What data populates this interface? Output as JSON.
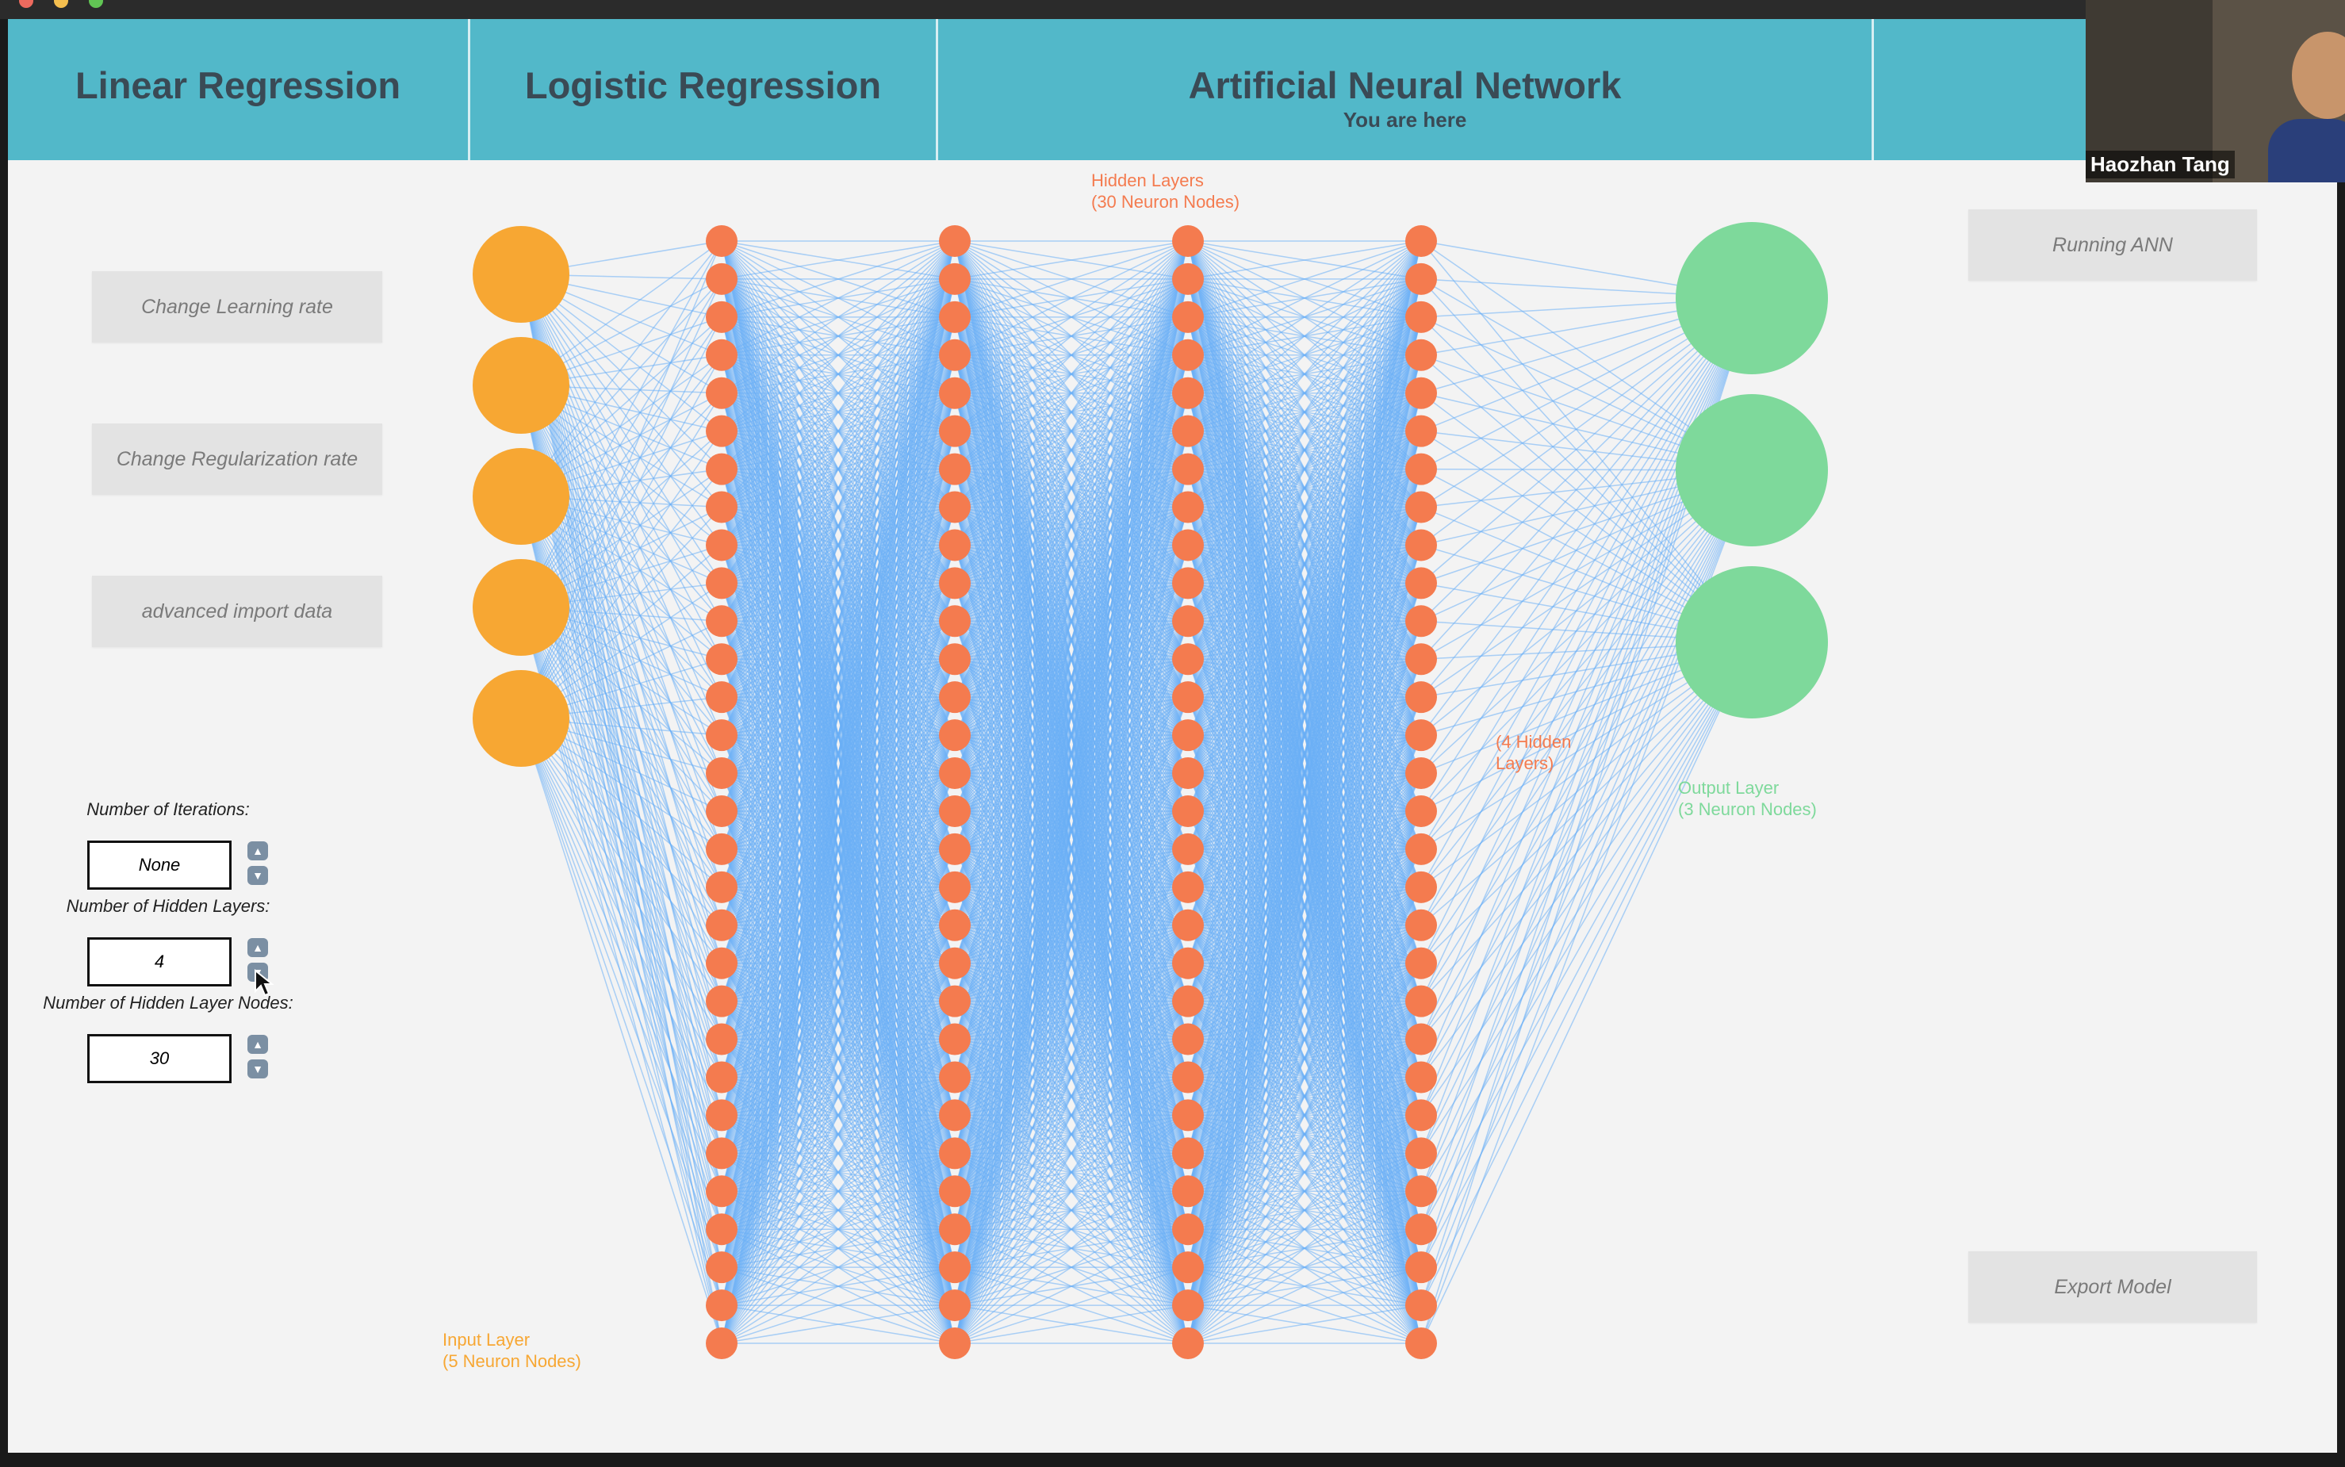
{
  "tabs": [
    {
      "label": "Linear Regression",
      "sub": ""
    },
    {
      "label": "Logistic Regression",
      "sub": ""
    },
    {
      "label": "Artificial Neural Network",
      "sub": "You are here"
    },
    {
      "label": "",
      "sub": ""
    }
  ],
  "buttons": {
    "learning_rate": "Change Learning rate",
    "regularization": "Change Regularization rate",
    "import": "advanced import data",
    "running": "Running ANN",
    "export": "Export Model"
  },
  "fields": {
    "iterations": {
      "label": "Number of Iterations:",
      "value": "None"
    },
    "hidden_layers": {
      "label": "Number of Hidden Layers:",
      "value": "4"
    },
    "hidden_nodes": {
      "label": "Number of Hidden Layer Nodes:",
      "value": "30"
    }
  },
  "network": {
    "input_nodes": 5,
    "hidden_layers": 4,
    "hidden_nodes": 30,
    "output_nodes": 3,
    "labels": {
      "hidden_title": "Hidden Layers",
      "hidden_count": "(30 Neuron Nodes)",
      "hidden_layers_line1": "(4 Hidden",
      "hidden_layers_line2": "Layers)",
      "input_title": "Input Layer",
      "input_count": "(5 Neuron Nodes)",
      "output_title": "Output Layer",
      "output_count": "(3 Neuron Nodes)"
    }
  },
  "colors": {
    "tab_bar": "#52b8c9",
    "input_node": "#f7a733",
    "hidden_node": "#f47b4f",
    "output_node": "#7ed99b",
    "edge": "#6aaef5",
    "hidden_label": "#f47b4f",
    "input_label": "#f7a733",
    "output_label": "#7ed99b"
  },
  "webcam": {
    "name": "Haozhan Tang"
  }
}
